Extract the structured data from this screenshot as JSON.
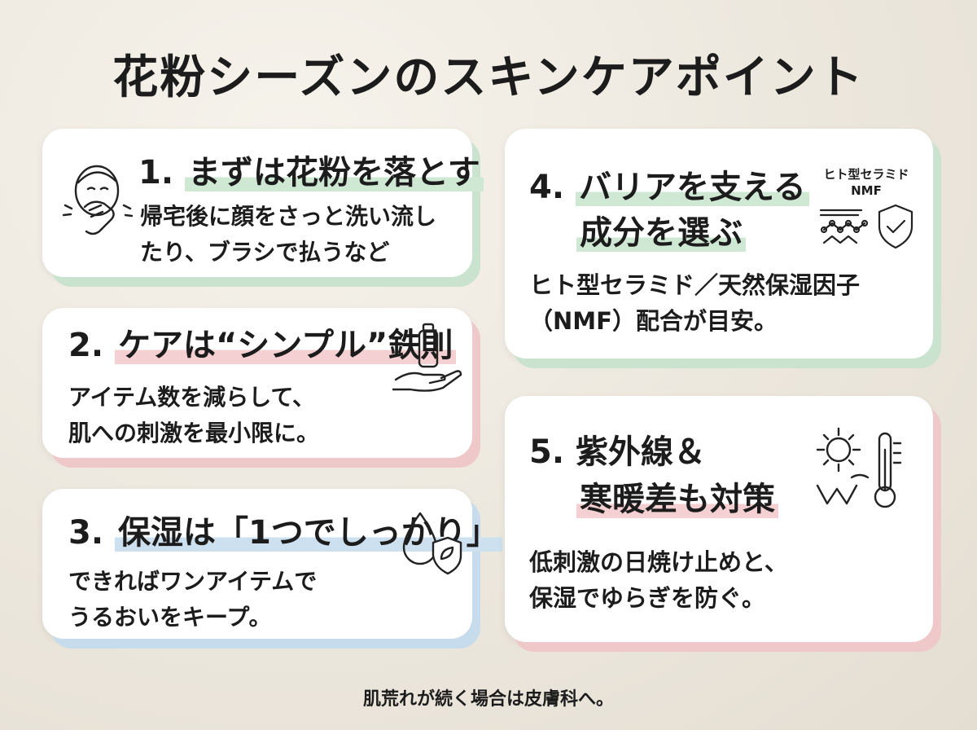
{
  "title": "花粉シーズンのスキンケアポイント",
  "points": [
    {
      "number": "1.",
      "heading": "まずは花粉を落とす",
      "body": [
        "帰宅後に顔をさっと洗い流し",
        "たり、ブラシで払うなど"
      ],
      "icon": "face-covering-sneeze-icon",
      "accent": "#c9e3cf"
    },
    {
      "number": "2.",
      "heading": "ケアは“シンプル”鉄則",
      "body": [
        "アイテム数を減らして、",
        "肌への刺激を最小限に。"
      ],
      "icon": "bottle-on-hand-icon",
      "accent": "#efc9c9"
    },
    {
      "number": "3.",
      "heading": "保湿は「1つでしっかり」",
      "body": [
        "できればワンアイテムで",
        "うるおいをキープ。"
      ],
      "icon": "drop-shield-icon",
      "accent": "#c6dbeb"
    },
    {
      "number": "4.",
      "heading": [
        "バリアを支える",
        "成分を選ぶ"
      ],
      "badge": [
        "ヒト型セラミド",
        "NMF"
      ],
      "body": [
        "ヒト型セラミド／天然保湿因子",
        "（NMF）配合が目安。"
      ],
      "icon": "molecule-shield-icon",
      "accent": "#c9e3cf"
    },
    {
      "number": "5.",
      "heading": [
        "紫外線＆",
        "寒暖差も対策"
      ],
      "body": [
        "低刺激の日焼け止めと、",
        "保湿でゆらぎを防ぐ。"
      ],
      "icon": "sun-thermometer-icon",
      "accent": "#efc9c9"
    }
  ],
  "footer": "肌荒れが続く場合は皮膚科へ。"
}
